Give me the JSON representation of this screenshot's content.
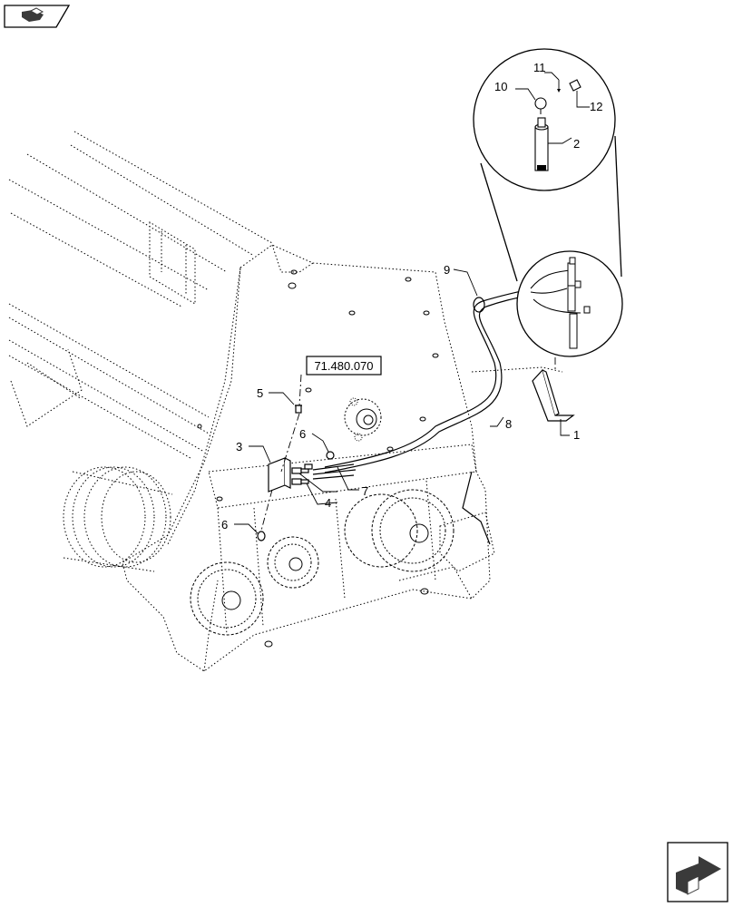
{
  "reference": {
    "label": "71.480.070"
  },
  "callouts": {
    "c1": "1",
    "c2": "2",
    "c3": "3",
    "c4": "4",
    "c5": "5",
    "c6a": "6",
    "c6b": "6",
    "c7": "7",
    "c8": "8",
    "c9": "9",
    "c10": "10",
    "c11": "11",
    "c12": "12"
  },
  "icons": {
    "top_left": "book-arrow-icon",
    "bottom_right": "next-page-arrow-icon"
  },
  "colors": {
    "line": "#000000",
    "background": "#ffffff",
    "icon_fill": "#3a3a3a"
  }
}
